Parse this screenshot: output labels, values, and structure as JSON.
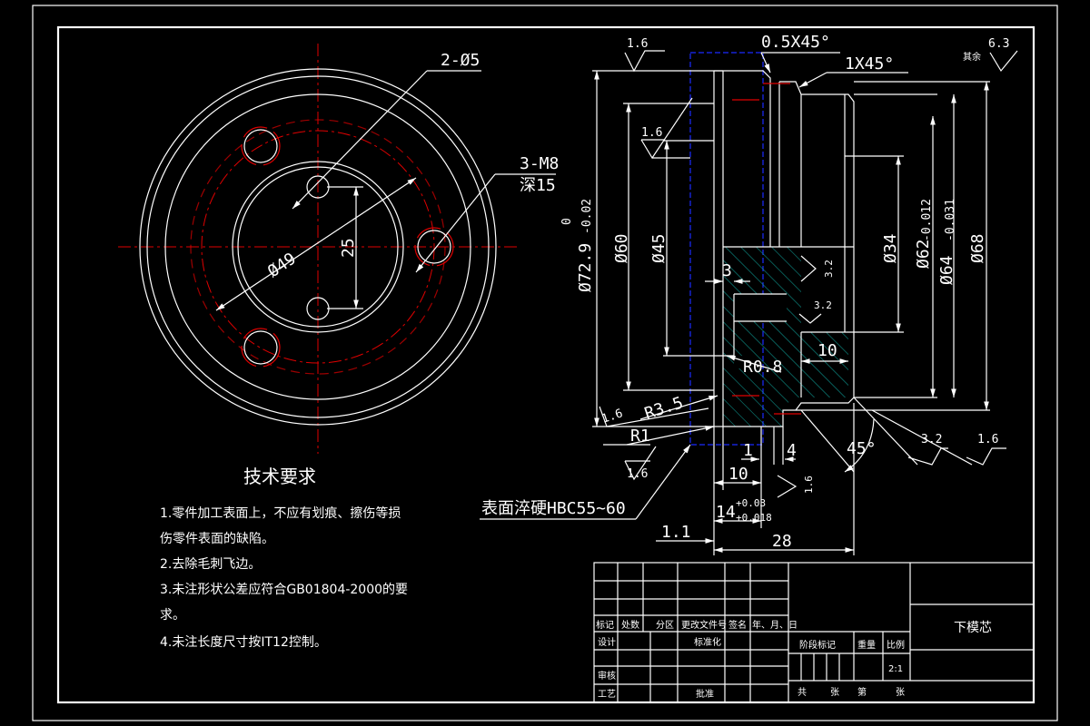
{
  "front_view": {
    "holes_label": "2-Ø5",
    "thread_label_1": "3-M8",
    "thread_label_2": "深15",
    "dia_label": "Ø49",
    "spacing_label": "25"
  },
  "section_view": {
    "chamfer_1": "0.5X45°",
    "chamfer_2": "1X45°",
    "rough_top_left": "1.6",
    "rough_other_label": "其余",
    "rough_other": "6.3",
    "rough_inner": "1.6",
    "dia_72_9": "Ø72.9",
    "dia_72_9_tol_upper": "0",
    "dia_72_9_tol_lower": "-0.02",
    "dia_60": "Ø60",
    "dia_45": "Ø45",
    "dia_34": "Ø34",
    "dia_62": "Ø62",
    "dia_64": "Ø64",
    "dia_64_tol_upper": "-0.012",
    "dia_64_tol_lower": "-0.031",
    "dia_68": "Ø68",
    "dim_3": "3",
    "rough_32_a": "3.2",
    "rough_32_b": "3.2",
    "dim_10_right": "10",
    "r08": "R0.8",
    "r35": "R3.5",
    "r1": "R1",
    "rough_16_left": "1.6",
    "rough_16_bottom": "1.6",
    "rough_32_c": "3.2",
    "rough_16_right": "1.6",
    "angle_45": "45°",
    "dim_1": "1",
    "dim_4": "4",
    "dim_10_bottom": "10",
    "rough_16_vertical": "1.6",
    "dim_14": "14",
    "dim_14_tol_upper": "+0.03",
    "dim_14_tol_lower": "+0.018",
    "dim_1_1": "1.1",
    "dim_28": "28",
    "hardening_note": "表面淬硬HBC55~60"
  },
  "tech_requirements": {
    "title": "技术要求",
    "items": [
      "1.零件加工表面上，不应有划痕、擦伤等损",
      "伤零件表面的缺陷。",
      "2.去除毛刺飞边。",
      "3.未注形状公差应符合GB01804-2000的要",
      "求。",
      "4.未注长度尺寸按IT12控制。"
    ]
  },
  "title_block": {
    "headers": [
      "标记",
      "处数",
      "分区",
      "更改文件号",
      "签名",
      "年、月、日"
    ],
    "design": "设计",
    "standardization": "标准化",
    "review": "审核",
    "process": "工艺",
    "approve": "批准",
    "stage_mark": "阶段标记",
    "weight": "重量",
    "scale_label": "比例",
    "scale_value": "2:1",
    "sheets_total": "共",
    "sheets_unit": "张",
    "sheet_no": "第",
    "sheet_unit2": "张",
    "part_name": "下模芯"
  }
}
